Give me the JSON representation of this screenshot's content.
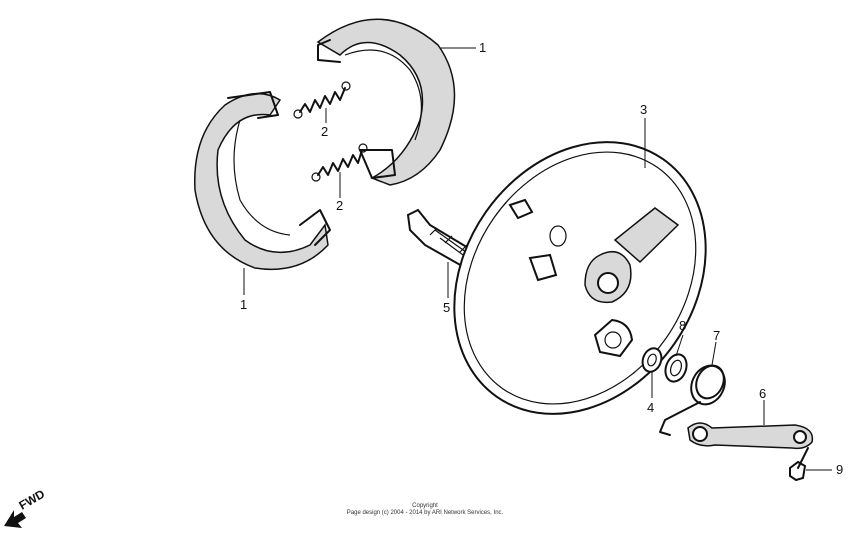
{
  "callouts": [
    {
      "id": "1a",
      "label": "1"
    },
    {
      "id": "1b",
      "label": "1"
    },
    {
      "id": "2a",
      "label": "2"
    },
    {
      "id": "2b",
      "label": "2"
    },
    {
      "id": "3",
      "label": "3"
    },
    {
      "id": "4",
      "label": "4"
    },
    {
      "id": "5",
      "label": "5"
    },
    {
      "id": "6",
      "label": "6"
    },
    {
      "id": "7",
      "label": "7"
    },
    {
      "id": "8",
      "label": "8"
    },
    {
      "id": "9",
      "label": "9"
    }
  ],
  "fwd_label": "FWD",
  "copyright": {
    "line1": "Copyright",
    "line2": "Page design (c) 2004 - 2014 by ARI Network Services, Inc."
  }
}
